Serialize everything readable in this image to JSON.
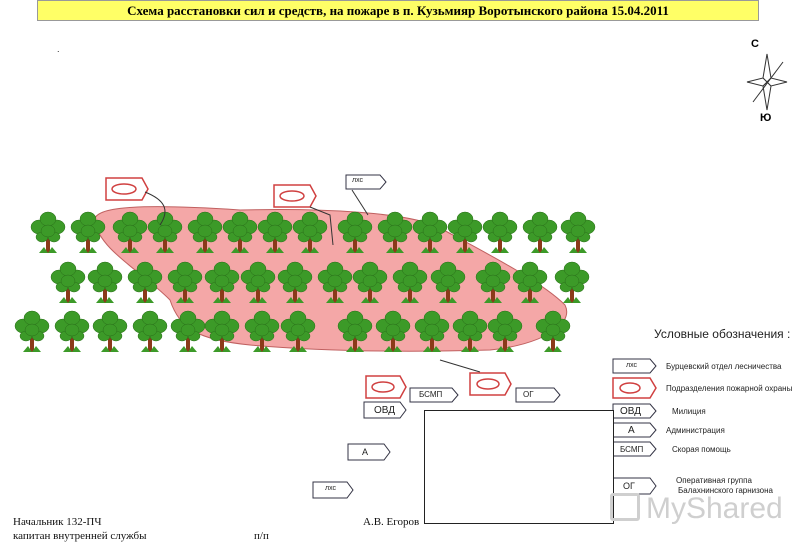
{
  "title": "Схема расстановки сил и средств,  на пожаре в п. Кузьмияр Воротынского  района 15.04.2011",
  "compass": {
    "north": "С",
    "south": "Ю",
    "icon": "compass-rose-icon"
  },
  "dot": ".",
  "units": {
    "lzs_top": "лхс",
    "bsmp": "БСМП",
    "og": "ОГ",
    "ovd": "ОВД",
    "a": "А",
    "lzs_bottom": "лхс"
  },
  "legend": {
    "title": "Условные обозначения :",
    "items": [
      {
        "symbol": "лхс",
        "label": "Бурцевский отдел лесничества"
      },
      {
        "symbol": "",
        "label": "Подразделения пожарной охраны"
      },
      {
        "symbol": "ОВД",
        "label": "Милиция"
      },
      {
        "symbol": "А",
        "label": "Администрация"
      },
      {
        "symbol": "БСМП",
        "label": "Скорая помощь"
      },
      {
        "symbol": "ОГ",
        "label": "Оперативная группа",
        "label2": "Балахнинского гарнизона"
      }
    ]
  },
  "footer": {
    "left_line1": "Начальник 132-ПЧ",
    "left_line2": "капитан внутренней службы",
    "middle": "п/п",
    "right": "А.В. Егоров"
  },
  "watermark": "MyShared",
  "colors": {
    "title_bg": "#ffff66",
    "fire_zone": "#f4a7a7",
    "tree": "#3c9a28",
    "trunk": "#8b3a1a"
  }
}
